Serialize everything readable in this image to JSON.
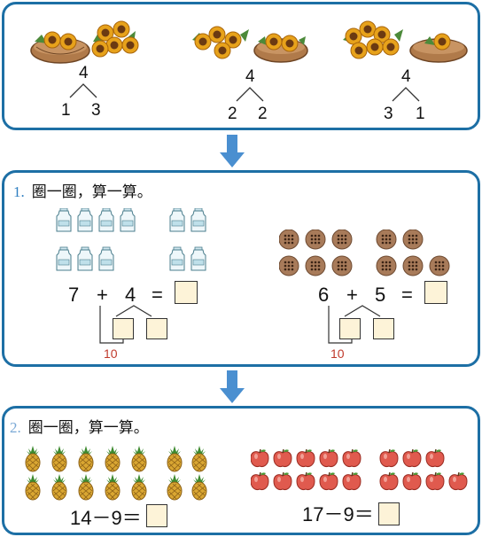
{
  "top": {
    "groups": [
      {
        "whole": "4",
        "left": "1",
        "right": "3"
      },
      {
        "whole": "4",
        "left": "2",
        "right": "2"
      },
      {
        "whole": "4",
        "left": "3",
        "right": "1"
      }
    ]
  },
  "section1": {
    "index": "1.",
    "title": "圈一圈，算一算。",
    "left": {
      "a": "7",
      "op": "+",
      "b": "4",
      "eq": "=",
      "ten": "10"
    },
    "right": {
      "a": "6",
      "op": "+",
      "b": "5",
      "eq": "=",
      "ten": "10"
    }
  },
  "section2": {
    "index": "2.",
    "title": "圈一圈，算一算。",
    "left": {
      "expr": "14－9＝"
    },
    "right": {
      "expr": "17－9＝"
    }
  },
  "colors": {
    "border": "#1d6fa5",
    "arrow": "#4a8fd0",
    "answer_box": "#fdf3d8",
    "ten_label": "#c0392b"
  },
  "icons": [
    "sunflower-basket-icon",
    "empty-basket-icon",
    "bottle-icon",
    "cookie-icon",
    "pineapple-icon",
    "apple-icon"
  ]
}
